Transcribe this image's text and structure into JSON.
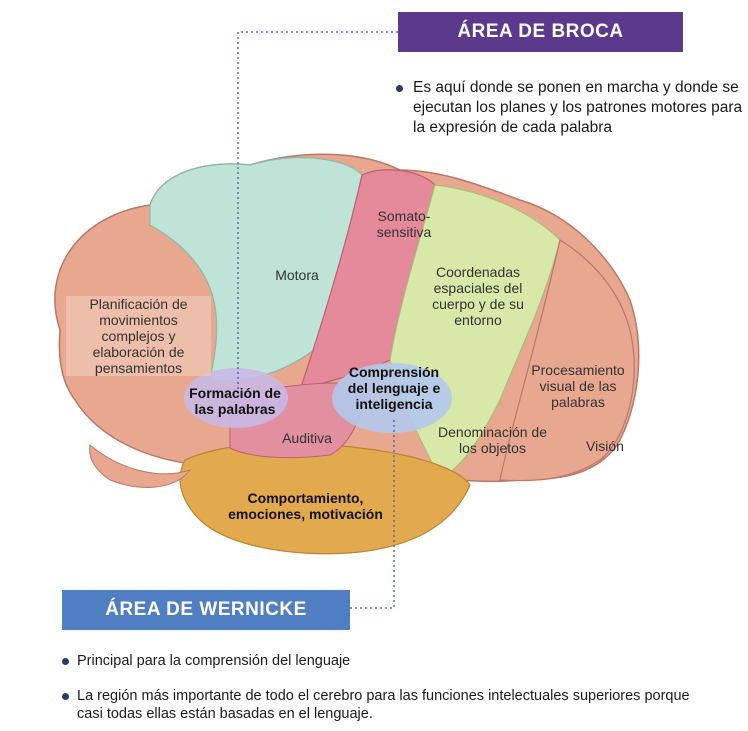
{
  "broca": {
    "title": "ÁREA DE BROCA",
    "description": "Es aquí donde se ponen en marcha y donde se ejecutan los planes y los patrones motores para la expresión de cada palabra",
    "color": "#5b3a8e"
  },
  "wernicke": {
    "title": "ÁREA DE WERNICKE",
    "bullets": [
      "Principal para la comprensión del lenguaje",
      "La región más importante de todo el cerebro para las funciones intelectuales superiores porque casi todas ellas están basadas en el lenguaje."
    ],
    "color": "#4f7fc2"
  },
  "regions": {
    "motora": "Motora",
    "somatosensitiva": "Somato-sensitiva",
    "planificacion": "Planificación de movimientos complejos y elaboración de pensamientos",
    "formacion": "Formación de las palabras",
    "comprension": "Comprensión del lenguaje e inteligencia",
    "coordenadas": "Coordenadas espaciales del cuerpo y de su entorno",
    "procesamiento": "Procesamiento visual de las palabras",
    "vision": "Visión",
    "auditiva": "Auditiva",
    "denominacion": "Denominación de los objetos",
    "comportamiento": "Comportamiento, emociones, motivación"
  },
  "colors": {
    "frontal": "#e8a78f",
    "motor": "#bfe3d6",
    "somato": "#e58a9a",
    "parietal": "#d8e8a8",
    "occipital": "#e8a78f",
    "temporal": "#e3a94f",
    "auditory": "#e28fa0",
    "broca_area": "#c9b9e4",
    "wernicke_area": "#b3c9ec"
  }
}
